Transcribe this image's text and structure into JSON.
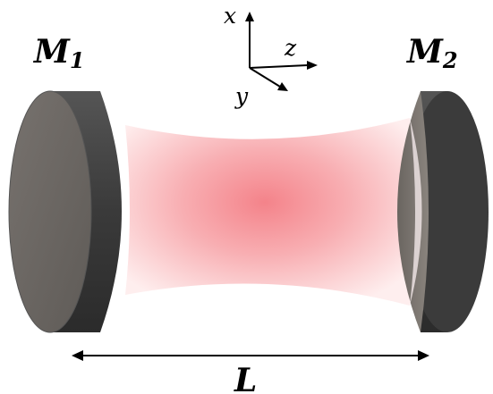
{
  "labels": {
    "mirror_1": "M",
    "mirror_1_sub": "1",
    "mirror_2": "M",
    "mirror_2_sub": "2",
    "length": "L"
  },
  "axes": {
    "x": "x",
    "y": "y",
    "z": "z"
  },
  "colors": {
    "mirror_face": "#6e6a66",
    "mirror_rim": "#3f3f3f",
    "beam_center": "#f4868c",
    "beam_edge": "#fde3e4",
    "ink": "#000000"
  }
}
